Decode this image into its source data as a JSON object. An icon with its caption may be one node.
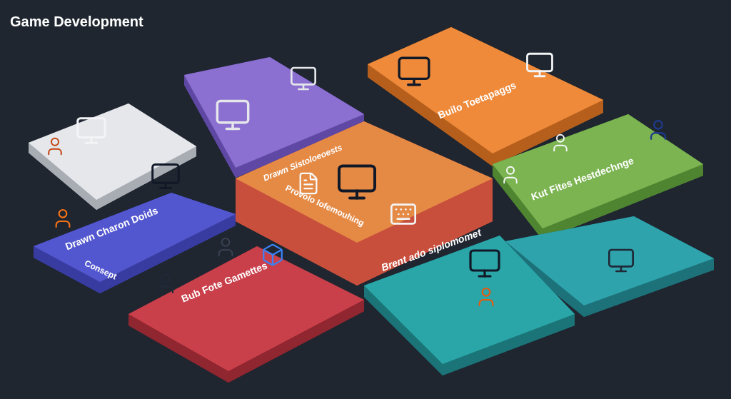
{
  "diagram": {
    "title": "Game Development",
    "nodes": [
      {
        "text": [],
        "shape": "box"
      },
      {
        "text": [],
        "shape": "box"
      },
      {
        "text": [
          "Builo Toetapaggs"
        ]
      },
      {
        "text": [
          "Drawn Sistoloeoests",
          "Provolo Iofemouhing"
        ]
      },
      {
        "text": [
          "Kut Fites Hestdechnge"
        ]
      },
      {
        "text": [
          "Drawn Charon Doids",
          "Consept"
        ]
      },
      {
        "text": [],
        "shape": "box"
      },
      {
        "text": [
          "Bub Fote Gamettes"
        ]
      },
      {
        "text": [
          "Brent ado siplomomet"
        ]
      }
    ]
  }
}
